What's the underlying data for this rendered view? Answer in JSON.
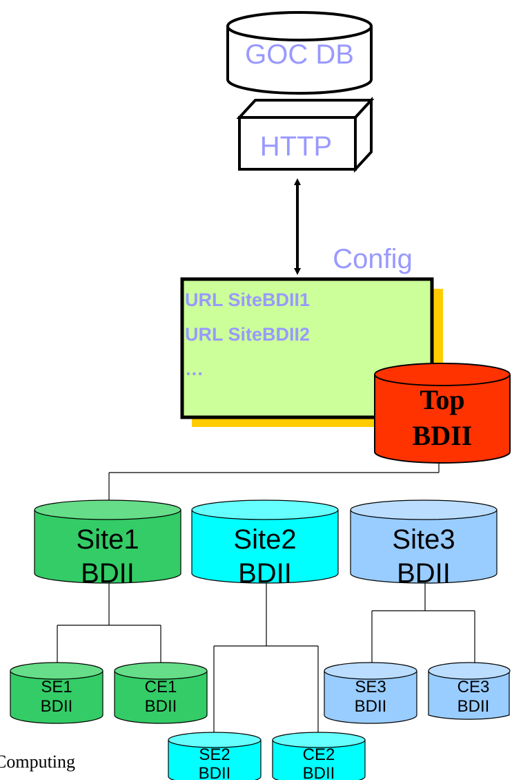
{
  "goc_db": {
    "label": "GOC DB"
  },
  "http": {
    "label": "HTTP"
  },
  "config": {
    "label": "Config",
    "lines": [
      "URL SiteBDII1",
      "URL SiteBDII2",
      "…"
    ]
  },
  "top_bdii": {
    "line1": "Top",
    "line2": "BDII"
  },
  "sites": [
    {
      "line1": "Site1",
      "line2": "BDII"
    },
    {
      "line1": "Site2",
      "line2": "BDII"
    },
    {
      "line1": "Site3",
      "line2": "BDII"
    }
  ],
  "leaves": [
    {
      "line1": "SE1",
      "line2": "BDII"
    },
    {
      "line1": "CE1",
      "line2": "BDII"
    },
    {
      "line1": "SE2",
      "line2": "BDII"
    },
    {
      "line1": "CE2",
      "line2": "BDII"
    },
    {
      "line1": "SE3",
      "line2": "BDII"
    },
    {
      "line1": "CE3",
      "line2": "BDII"
    }
  ],
  "caption": "Computing",
  "colors": {
    "site1": "#33cc66",
    "site1_top": "#66dd88",
    "site2": "#00ffff",
    "site2_top": "#66ffff",
    "site3": "#99ccff",
    "site3_top": "#bbddff",
    "top_bdii": "#ff3300",
    "config_fill": "#ccff99",
    "config_shadow": "#ffcc00",
    "label_blue": "#9999ff"
  }
}
